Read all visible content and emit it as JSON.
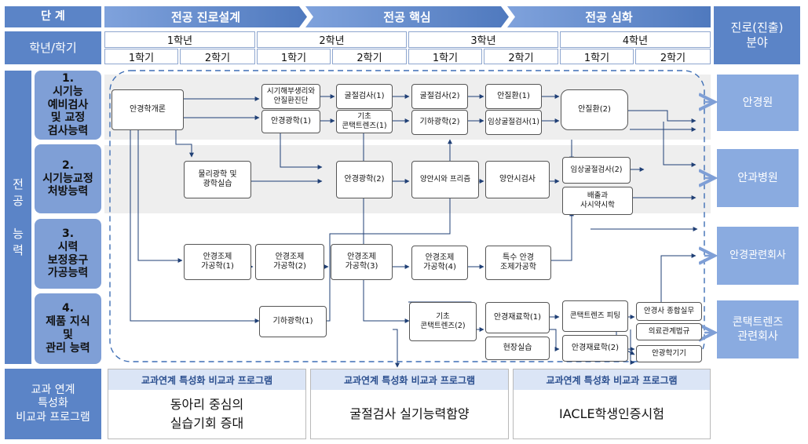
{
  "header": {
    "stage_label": "단  계",
    "stages": [
      "전공 진로설계",
      "전공 핵심",
      "전공 심화"
    ],
    "career_header": "진로(진출)\n분야",
    "grade_label": "학년/학기",
    "years": [
      "1학년",
      "2학년",
      "3학년",
      "4학년"
    ],
    "semesters": [
      "1학기",
      "2학기",
      "1학기",
      "2학기",
      "1학기",
      "2학기",
      "1학기",
      "2학기"
    ]
  },
  "left": {
    "major_competency": "전\n공\n\n능\n력",
    "competencies": [
      "1.\n시기능\n예비검사\n및 교정\n검사능력",
      "2.\n시기능교정\n처방능력",
      "3.\n시력\n보정용구\n가공능력",
      "4.\n제품 지식\n및\n관리 능력"
    ],
    "program_label": "교과 연계\n특성화\n비교과 프로그램"
  },
  "courses": {
    "c1": "안경학개론",
    "c2": "시기해부생리와\n안질환진단",
    "c3": "굴절검사(1)",
    "c4": "굴절검사(2)",
    "c5": "안질환(1)",
    "c6": "안질환(2)",
    "c7": "안경광학(1)",
    "c8": "기초\n콘택트렌즈(1)",
    "c9": "기하광학(2)",
    "c10": "임상굴절검사(1)",
    "c11": "물리광학 및\n광학실습",
    "c12": "안경광학(2)",
    "c13": "양안시와 프리즘",
    "c14": "양안시검사",
    "c15": "임상굴절검사(2)",
    "c16": "배출과\n사시약시학",
    "c17": "안경조제\n가공학(1)",
    "c18": "안경조제\n가공학(2)",
    "c19": "안경조제\n가공학(3)",
    "c20": "안경조제\n가공학(4)",
    "c21": "특수 안경\n조제가공학",
    "c22": "기하광학(1)",
    "c23": "기초\n콘택트렌즈(2)",
    "c24": "안경재료학(1)",
    "c25": "콘택트렌즈 피팅",
    "c26": "안경사 종합실무",
    "c27": "의료관계법규",
    "c28": "현장실습",
    "c29": "안경재료학(2)",
    "c30": "안광학기기"
  },
  "careers": [
    "안경원",
    "안과병원",
    "안경관련회사",
    "콘택트렌즈\n관련회사"
  ],
  "programs": [
    {
      "title": "교과연계 특성화 비교과 프로그램",
      "body": "동아리 중심의\n실습기회 증대"
    },
    {
      "title": "교과연계 특성화 비교과 프로그램",
      "body": "굴절검사 실기능력함양"
    },
    {
      "title": "교과연계 특성화 비교과 프로그램",
      "body": "IACLE학생인증시험"
    }
  ],
  "colors": {
    "header_blue": "#5b84c7",
    "competency_blue": "#7f9fd6",
    "career_blue": "#8aabe0",
    "band_gray": "#eeeeee",
    "dashed_border": "#3f6fb5"
  }
}
